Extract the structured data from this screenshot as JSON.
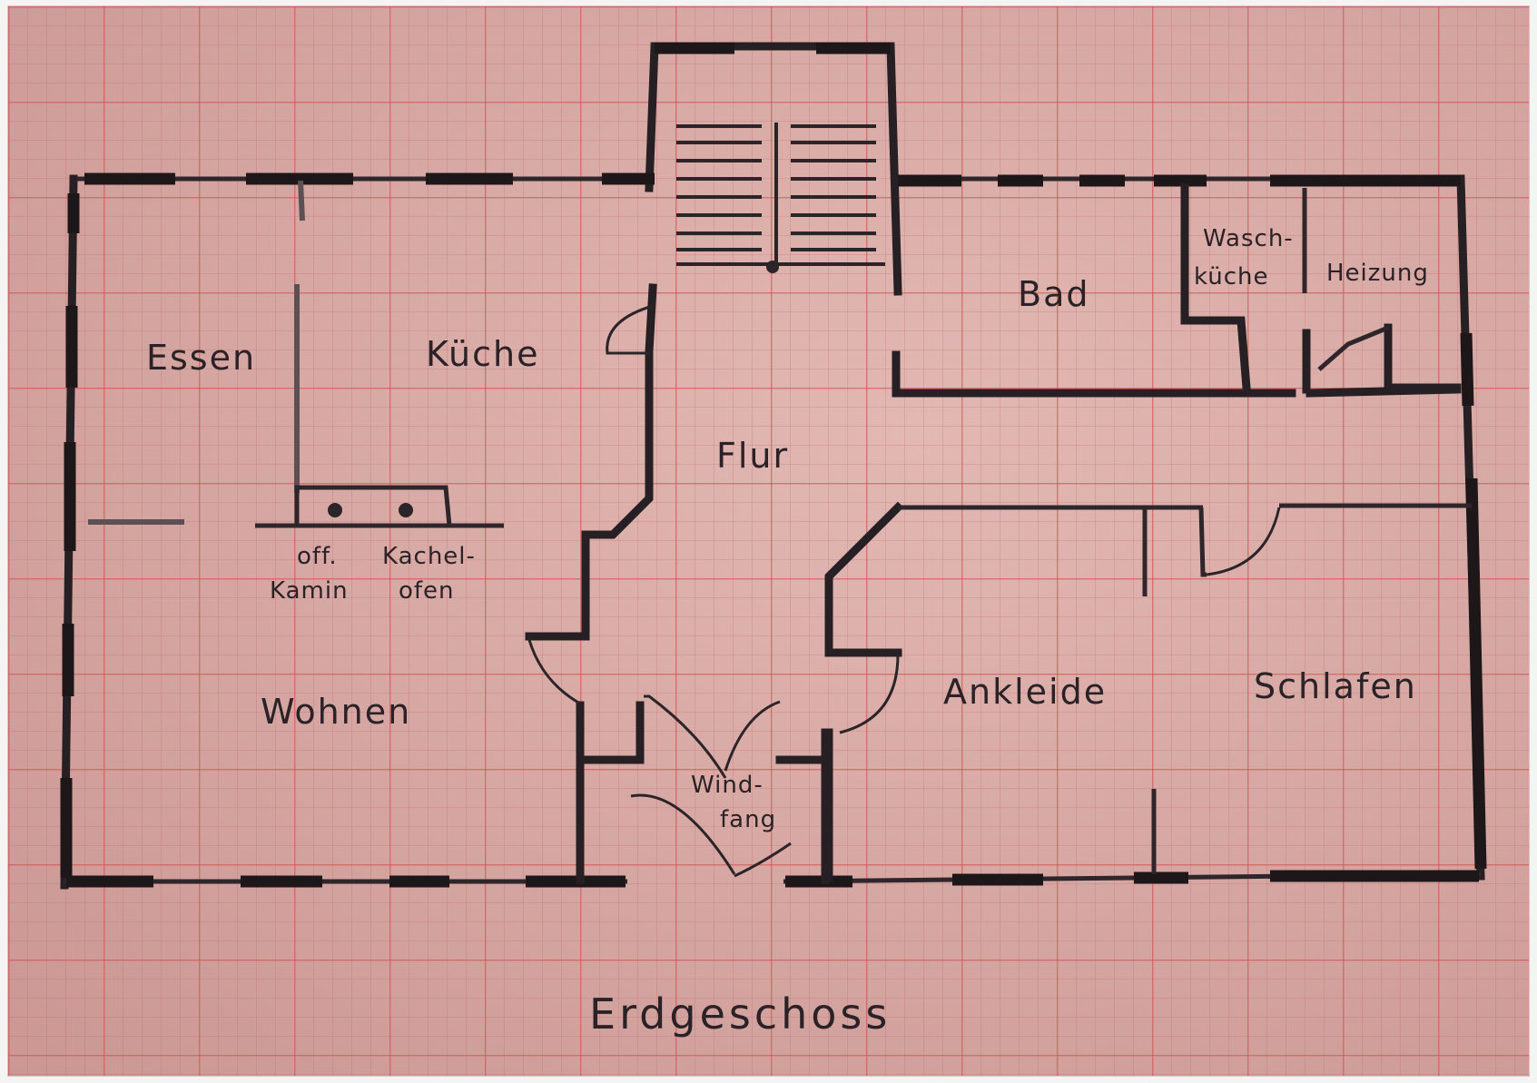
{
  "rooms": {
    "essen": "Essen",
    "kueche": "Küche",
    "flur": "Flur",
    "bad": "Bad",
    "waschkueche_1": "Wasch-",
    "waschkueche_2": "küche",
    "heizung": "Heizung",
    "wohnen": "Wohnen",
    "ankleide": "Ankleide",
    "schlafen": "Schlafen",
    "windfang_1": "Wind-",
    "windfang_2": "fang"
  },
  "fixtures": {
    "kamin_1": "off.",
    "kamin_2": "Kamin",
    "kachelofen_1": "Kachel-",
    "kachelofen_2": "ofen"
  },
  "plan_title": "Erdgeschoss"
}
